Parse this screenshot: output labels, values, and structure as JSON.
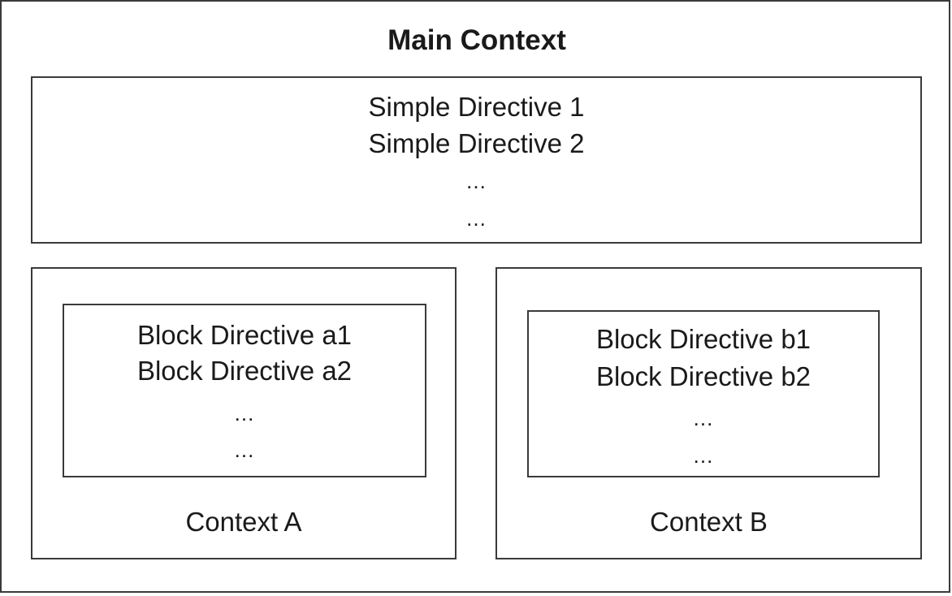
{
  "main_context": {
    "title": "Main Context",
    "simple_directives": {
      "lines": [
        "Simple Directive 1",
        "Simple Directive 2"
      ],
      "ellipses": [
        "...",
        "..."
      ]
    },
    "contexts": [
      {
        "label": "Context A",
        "block_directives": {
          "lines": [
            "Block Directive a1",
            "Block Directive a2"
          ],
          "ellipses": [
            "...",
            "..."
          ]
        }
      },
      {
        "label": "Context B",
        "block_directives": {
          "lines": [
            "Block Directive b1",
            "Block Directive b2"
          ],
          "ellipses": [
            "...",
            "..."
          ]
        }
      }
    ]
  }
}
